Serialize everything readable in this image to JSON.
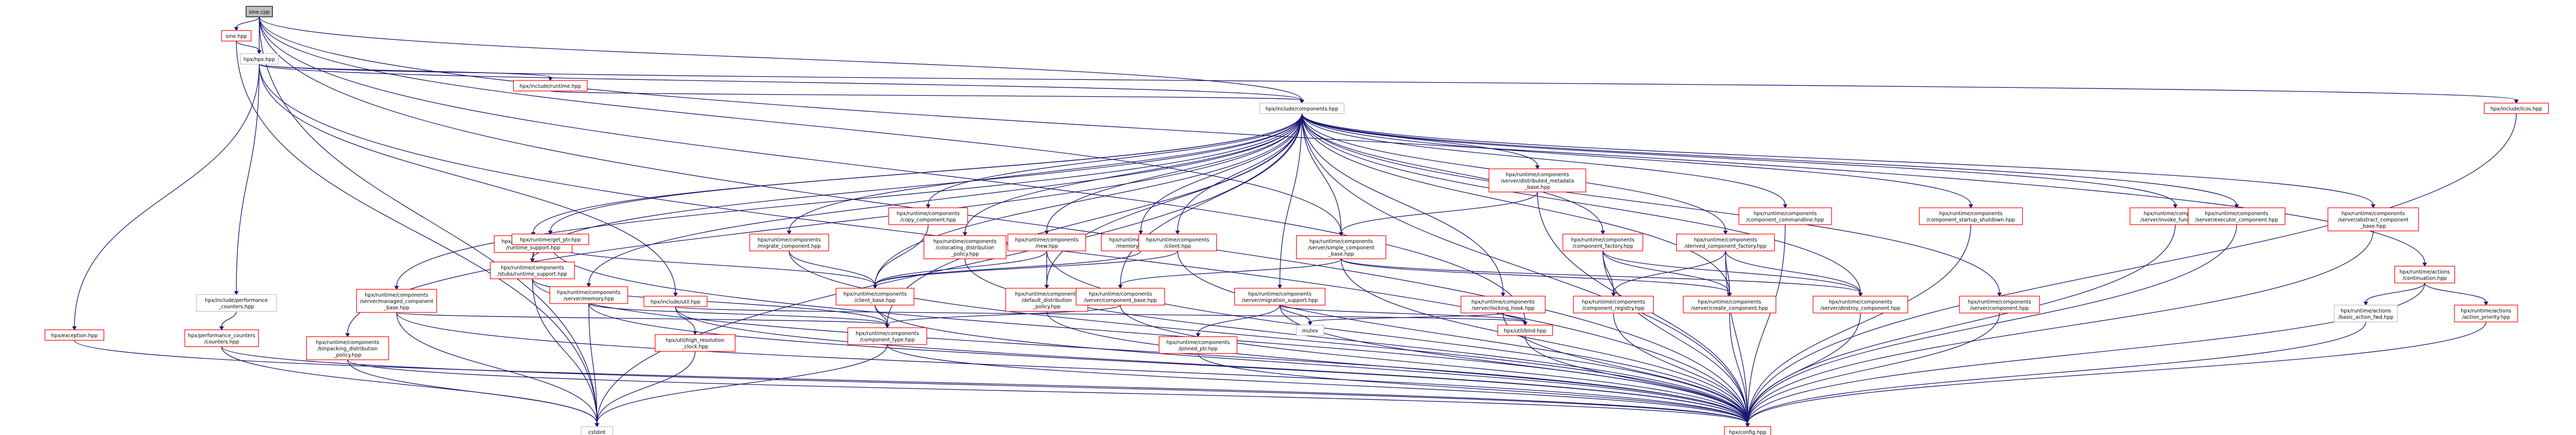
{
  "diagram": {
    "colors": {
      "edge": "#191970",
      "border_linked": "#ff0000",
      "border_plain": "#bfbfbf",
      "root_fill": "#bfbfbf",
      "background": "#ffffff"
    },
    "nodes": [
      {
        "id": "n_sine",
        "lines": [
          "sine.cpp"
        ],
        "style": "gray"
      },
      {
        "id": "n_sinehpp",
        "lines": [
          "sine.hpp"
        ],
        "style": "red"
      },
      {
        "id": "n_hpxhpp",
        "lines": [
          "hpx/hpx.hpp"
        ],
        "style": "black"
      },
      {
        "id": "n_runtime",
        "lines": [
          "hpx/include/runtime.hpp"
        ],
        "style": "red"
      },
      {
        "id": "n_components",
        "lines": [
          "hpx/include/components.hpp"
        ],
        "style": "black"
      },
      {
        "id": "n_lcos",
        "lines": [
          "hpx/include/lcos.hpp"
        ],
        "style": "red"
      },
      {
        "id": "n_exception",
        "lines": [
          "hpx/exception.hpp"
        ],
        "style": "red"
      },
      {
        "id": "n_incperf",
        "lines": [
          "hpx/include/performance",
          "_counters.hpp"
        ],
        "style": "black"
      },
      {
        "id": "n_perfctr",
        "lines": [
          "hpx/performance_counters",
          "/counters.hpp"
        ],
        "style": "red"
      },
      {
        "id": "n_runtime_support",
        "lines": [
          "hpx/runtime/components",
          "/runtime_support.hpp"
        ],
        "style": "red"
      },
      {
        "id": "n_managed",
        "lines": [
          "hpx/runtime/components",
          "/server/managed_component",
          "_base.hpp"
        ],
        "style": "red"
      },
      {
        "id": "n_getptr",
        "lines": [
          "hpx/runtime/get_ptr.hpp"
        ],
        "style": "red"
      },
      {
        "id": "n_stubs_rs",
        "lines": [
          "hpx/runtime/components",
          "/stubs/runtime_support.hpp"
        ],
        "style": "red"
      },
      {
        "id": "n_srv_memory",
        "lines": [
          "hpx/runtime/components",
          "/server/memory.hpp"
        ],
        "style": "red"
      },
      {
        "id": "n_incutil",
        "lines": [
          "hpx/include/util.hpp"
        ],
        "style": "red"
      },
      {
        "id": "n_migrate",
        "lines": [
          "hpx/runtime/components",
          "/migrate_component.hpp"
        ],
        "style": "red"
      },
      {
        "id": "n_colocating",
        "lines": [
          "hpx/runtime/components",
          "/colocating_distribution",
          "_policy.hpp"
        ],
        "style": "red"
      },
      {
        "id": "n_copy",
        "lines": [
          "hpx/runtime/components",
          "/copy_component.hpp"
        ],
        "style": "red"
      },
      {
        "id": "n_new",
        "lines": [
          "hpx/runtime/components",
          "/new.hpp"
        ],
        "style": "red"
      },
      {
        "id": "n_memblock",
        "lines": [
          "hpx/runtime/components",
          "/memory_block.hpp"
        ],
        "style": "red"
      },
      {
        "id": "n_client",
        "lines": [
          "hpx/runtime/components",
          "/client.hpp"
        ],
        "style": "red"
      },
      {
        "id": "n_binpacking",
        "lines": [
          "hpx/runtime/components",
          "/binpacking_distribution",
          "_policy.hpp"
        ],
        "style": "red"
      },
      {
        "id": "n_client_base",
        "lines": [
          "hpx/runtime/components",
          "/client_base.hpp"
        ],
        "style": "red"
      },
      {
        "id": "n_default_dist",
        "lines": [
          "hpx/runtime/components",
          "/default_distribution",
          "_policy.hpp"
        ],
        "style": "red"
      },
      {
        "id": "n_comp_base",
        "lines": [
          "hpx/runtime/components",
          "/server/component_base.hpp"
        ],
        "style": "red"
      },
      {
        "id": "n_migration_support",
        "lines": [
          "hpx/runtime/components",
          "/server/migration_support.hpp"
        ],
        "style": "red"
      },
      {
        "id": "n_distributed_meta",
        "lines": [
          "hpx/runtime/components",
          "/server/distributed_metadata",
          "_base.hpp"
        ],
        "style": "red"
      },
      {
        "id": "n_simple_comp",
        "lines": [
          "hpx/runtime/components",
          "/server/simple_component",
          "_base.hpp"
        ],
        "style": "red"
      },
      {
        "id": "n_locking_hook",
        "lines": [
          "hpx/runtime/components",
          "/server/locking_hook.hpp"
        ],
        "style": "red"
      },
      {
        "id": "n_comp_factory",
        "lines": [
          "hpx/runtime/components",
          "/component_factory.hpp"
        ],
        "style": "red"
      },
      {
        "id": "n_comp_cmdline",
        "lines": [
          "hpx/runtime/components",
          "/component_commandline.hpp"
        ],
        "style": "red"
      },
      {
        "id": "n_derived_factory",
        "lines": [
          "hpx/runtime/components",
          "/derived_component_factory.hpp"
        ],
        "style": "red"
      },
      {
        "id": "n_startup_shutdown",
        "lines": [
          "hpx/runtime/components",
          "/component_startup_shutdown.hpp"
        ],
        "style": "red"
      },
      {
        "id": "n_invoke_fn",
        "lines": [
          "hpx/runtime/components",
          "/server/invoke_function.hpp"
        ],
        "style": "red"
      },
      {
        "id": "n_abstract_comp",
        "lines": [
          "hpx/runtime/components",
          "/server/abstract_component",
          "_base.hpp"
        ],
        "style": "red"
      },
      {
        "id": "n_execute",
        "lines": [
          "hpx/runtime/components",
          "/server/executor_component.hpp"
        ],
        "style": "red"
      },
      {
        "id": "n_continuation",
        "lines": [
          "hpx/runtime/actions",
          "/continuation.hpp"
        ],
        "style": "red"
      },
      {
        "id": "n_basic_action_fwd",
        "lines": [
          "hpx/runtime/actions",
          "/basic_action_fwd.hpp"
        ],
        "style": "black"
      },
      {
        "id": "n_action_priority",
        "lines": [
          "hpx/runtime/actions",
          "/action_priority.hpp"
        ],
        "style": "red"
      },
      {
        "id": "n_pinned_ptr",
        "lines": [
          "hpx/runtime/components",
          "/pinned_ptr.hpp"
        ],
        "style": "red"
      },
      {
        "id": "n_mutex",
        "lines": [
          "mutex"
        ],
        "style": "black"
      },
      {
        "id": "n_comp_registry",
        "lines": [
          "hpx/runtime/components",
          "/component_registry.hpp"
        ],
        "style": "red"
      },
      {
        "id": "n_create_comp",
        "lines": [
          "hpx/runtime/components",
          "/server/create_component.hpp"
        ],
        "style": "red"
      },
      {
        "id": "n_destroy_comp",
        "lines": [
          "hpx/runtime/components",
          "/server/destroy_component.hpp"
        ],
        "style": "red"
      },
      {
        "id": "n_srv_component",
        "lines": [
          "hpx/runtime/components",
          "/server/component.hpp"
        ],
        "style": "red"
      },
      {
        "id": "n_comp_type",
        "lines": [
          "hpx/runtime/components",
          "/component_type.hpp"
        ],
        "style": "red"
      },
      {
        "id": "n_hires_clock",
        "lines": [
          "hpx/util/high_resolution",
          "_clock.hpp"
        ],
        "style": "red"
      },
      {
        "id": "n_bind",
        "lines": [
          "hpx/util/bind.hpp"
        ],
        "style": "red"
      },
      {
        "id": "n_config",
        "lines": [
          "hpx/config.hpp"
        ],
        "style": "red"
      },
      {
        "id": "n_cstdint",
        "lines": [
          "cstdint"
        ],
        "style": "black"
      }
    ]
  }
}
